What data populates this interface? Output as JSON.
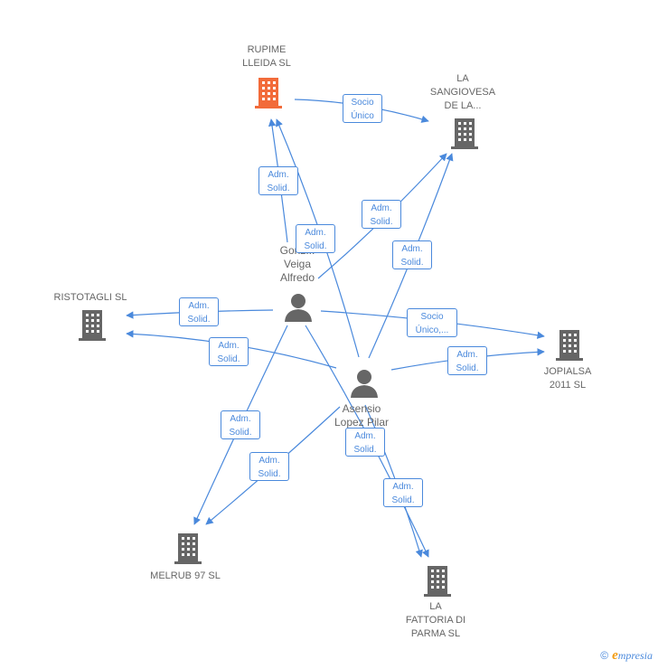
{
  "colors": {
    "edge": "#4a89dc",
    "building": "#666666",
    "building_highlight": "#f26b3a",
    "person": "#666666"
  },
  "companies": {
    "rupime": "RUPIME\nLLEIDA SL",
    "sangiovesa": "LA\nSANGIOVESA\nDE LA...",
    "ristotagli": "RISTOTAGLI SL",
    "jopialsa": "JOPIALSA\n2011 SL",
    "melrub": "MELRUB 97 SL",
    "fattoria": "LA\nFATTORIA DI\nPARMA SL"
  },
  "people": {
    "gonzalo": "Gonz...\nVeiga\nAlfredo",
    "asensio": "Asensio\nLopez Pilar"
  },
  "relations": {
    "adm_solid_line1": "Adm.",
    "adm_solid_line2": "Solid.",
    "socio_unico_line1": "Socio",
    "socio_unico_line2": "Único",
    "socio_unico_trunc_line2": "Único,..."
  },
  "footer": {
    "copyright": "©",
    "brand_initial": "e",
    "brand_rest": "mpresia"
  },
  "icons": {
    "company": "building-icon",
    "person": "person-icon"
  }
}
